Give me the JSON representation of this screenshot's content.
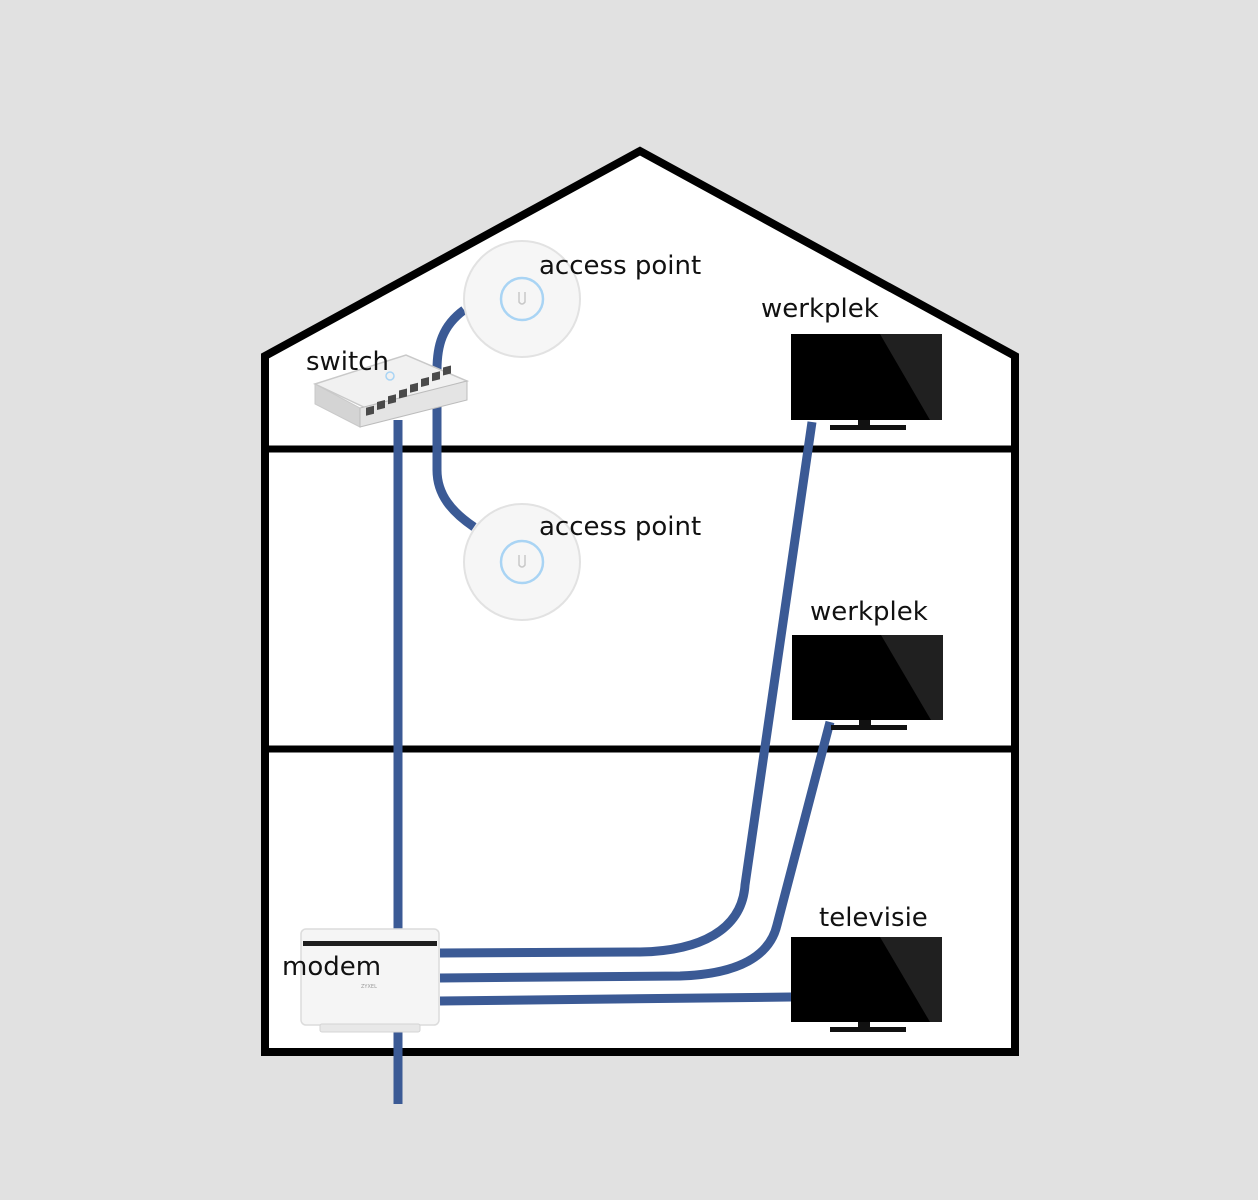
{
  "colors": {
    "background": "#e1e1e1",
    "house_fill": "#ffffff",
    "wall": "#000000",
    "cable": "#3b5a95",
    "screen": "#000000",
    "ap_ring": "#a9d4f4"
  },
  "labels": {
    "access_point_top": "access point",
    "access_point_mid": "access point",
    "switch": "switch",
    "werkplek_top": "werkplek",
    "werkplek_mid": "werkplek",
    "televisie": "televisie",
    "modem": "modem"
  },
  "icons": {
    "switch": "network-switch-icon",
    "access_point": "ceiling-access-point-icon",
    "screen": "monitor-icon",
    "modem": "modem-router-icon"
  }
}
